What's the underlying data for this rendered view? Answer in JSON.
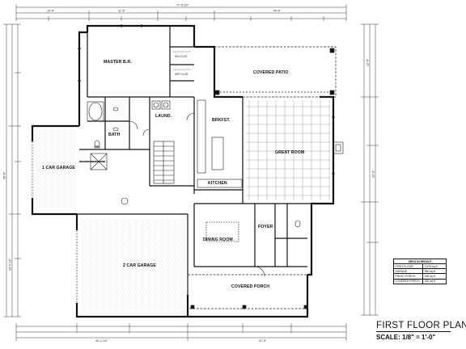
{
  "rooms": {
    "master": "MASTER B.R.",
    "his_clos": "HIS CLOS.",
    "her_clos": "HER CLOS.",
    "bath": "BATH",
    "laund": "LAUND.",
    "brkfst": "BRKFST.",
    "kitchen": "KITCHEN",
    "great_room": "GREAT ROOM",
    "covered_patio": "COVERED PATIO",
    "garage1": "1 CAR GARAGE",
    "garage2": "2 CAR GARAGE",
    "dining": "DINING ROOM",
    "foyer": "FOYER",
    "covered_porch": "COVERED PORCH"
  },
  "dimensions": {
    "overall_width": "77'-6 1/2\"",
    "top_left": "15'-6\"",
    "top_mid": "11'-6\"",
    "top_right": "44'-6\"",
    "left_overall": "95'-8\"",
    "left_lower": "33'-5 1/2\"",
    "right_upper": "12'-6\"",
    "right_mid": "12'-0\"",
    "bottom_left": "40'-1 1/2\"",
    "bottom_right": "37'-5\""
  },
  "schedule": {
    "title": "AREA SCHEDULE",
    "rows": [
      {
        "label": "FIRST FLOOR",
        "value": "2,576 sq ft"
      },
      {
        "label": "GARAGE",
        "value": "950 sq ft"
      },
      {
        "label": "FRONT PORCH",
        "value": "186 sq ft"
      },
      {
        "label": "COVERED PORCH",
        "value": "300 sq ft"
      }
    ]
  },
  "title": "FIRST FLOOR PLAN",
  "scale": "SCALE: 1/8\" = 1'-0\""
}
